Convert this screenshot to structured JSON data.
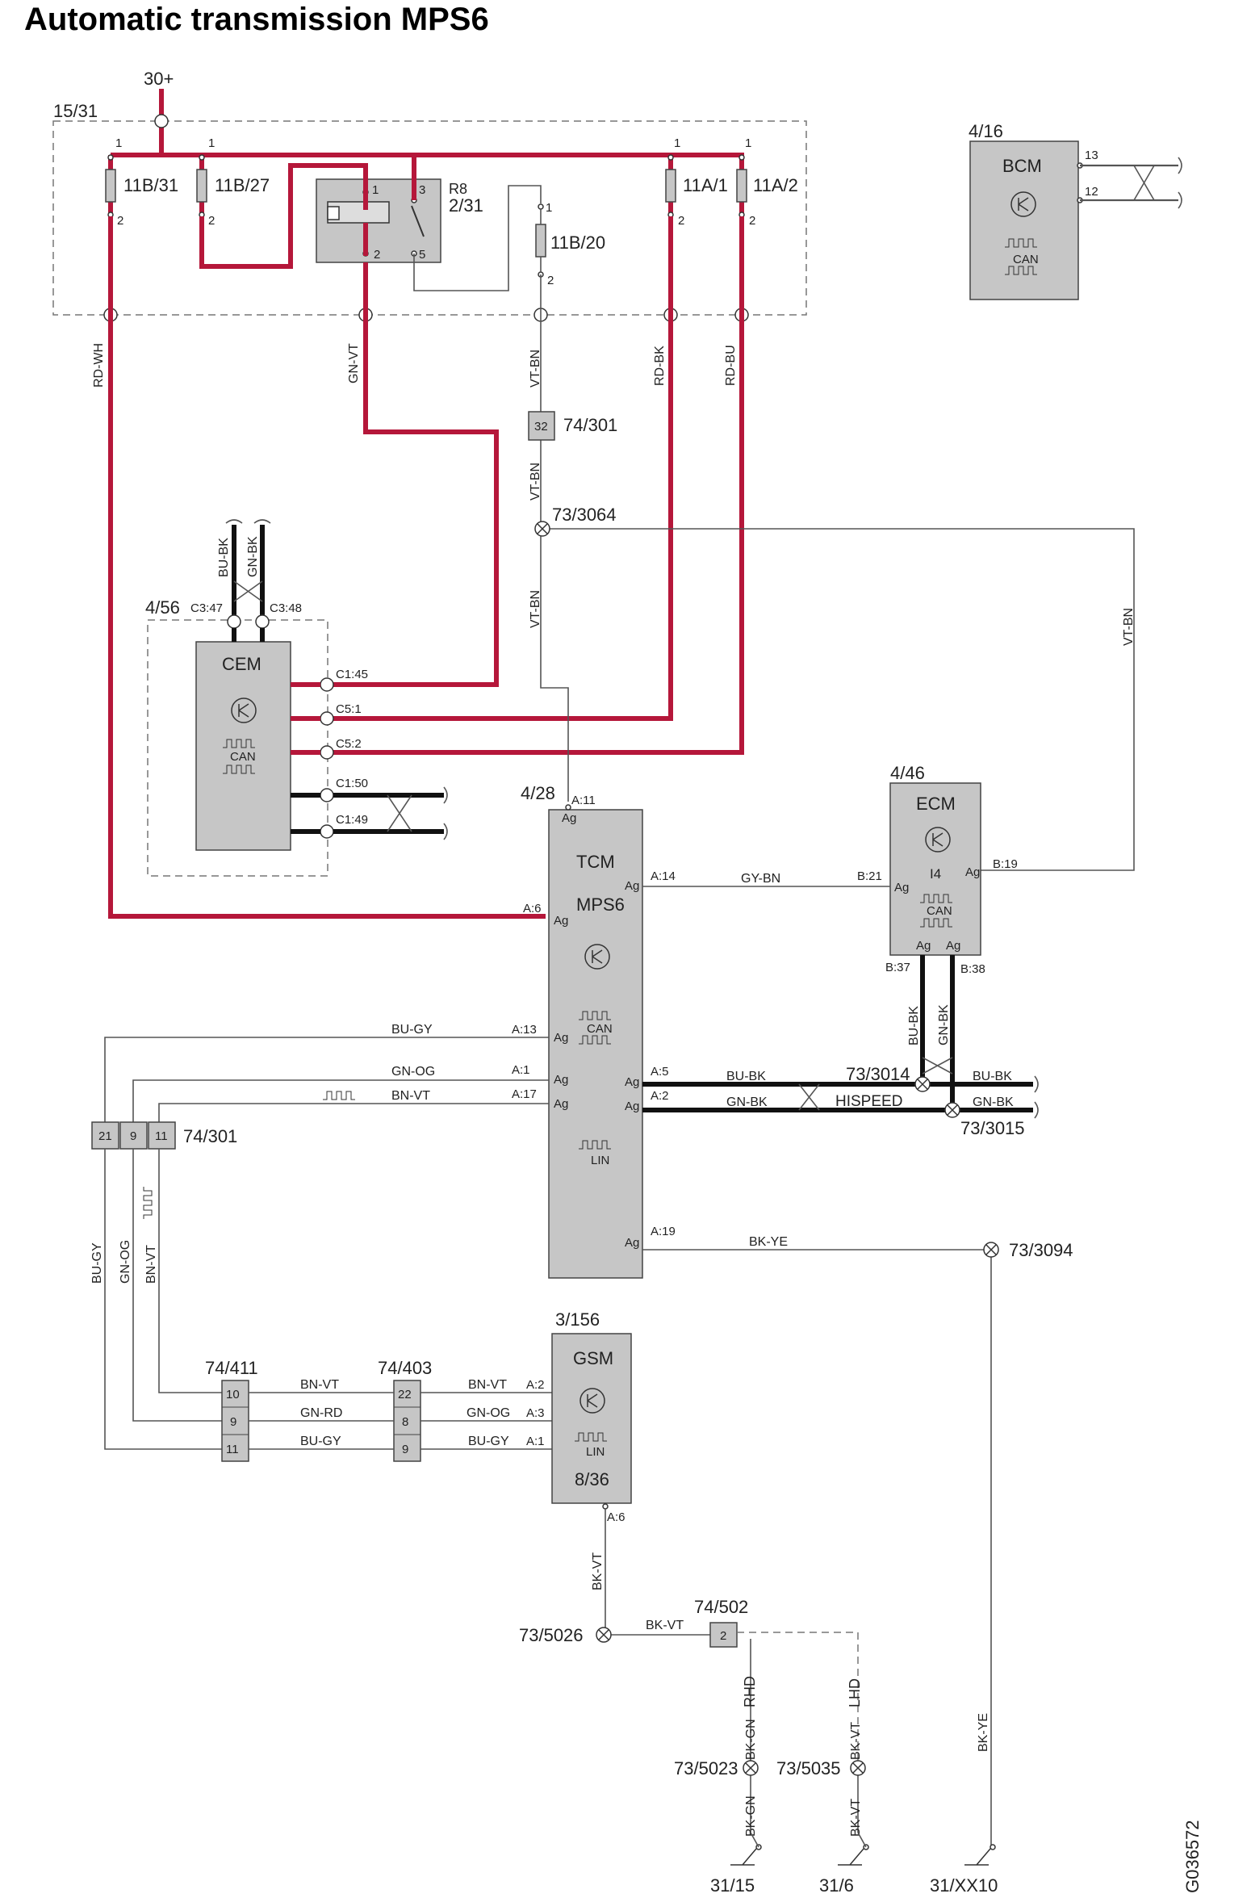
{
  "title": "Automatic transmission MPS6",
  "drawing_id": "G036572",
  "supply": {
    "label": "30+",
    "box": "15/31"
  },
  "fuses": [
    "11B/31",
    "11B/27",
    "11A/1",
    "11A/2",
    "11B/20"
  ],
  "relay": {
    "name": "R8",
    "ref": "2/31"
  },
  "modules": {
    "bcm": {
      "ref": "4/16",
      "name": "BCM",
      "bus": "CAN",
      "pins": [
        "13",
        "12"
      ]
    },
    "cem": {
      "ref": "4/56",
      "name": "CEM",
      "bus": "CAN",
      "pins": [
        "C3:47",
        "C3:48",
        "C1:45",
        "C5:1",
        "C5:2",
        "C1:50",
        "C1:49"
      ]
    },
    "tcm": {
      "ref": "4/28",
      "name": "TCM",
      "sub": "MPS6",
      "bus_can": "CAN",
      "bus_lin": "LIN",
      "pins": [
        "A:11",
        "A:14",
        "A:6",
        "A:13",
        "A:1",
        "A:17",
        "A:5",
        "A:2",
        "A:19"
      ]
    },
    "ecm": {
      "ref": "4/46",
      "name": "ECM",
      "sub": "I4",
      "bus": "CAN",
      "pins": [
        "B:21",
        "B:19",
        "B:37",
        "B:38"
      ]
    },
    "gsm": {
      "ref": "3/156",
      "name": "GSM",
      "bus": "LIN",
      "sub": "8/36",
      "pins": [
        "A:2",
        "A:3",
        "A:1",
        "A:6"
      ]
    }
  },
  "ag": "Ag",
  "connectors": {
    "c32": {
      "pin": "32",
      "ref": "74/301"
    },
    "c301": {
      "pins": [
        "21",
        "9",
        "11"
      ],
      "ref": "74/301"
    },
    "c411": {
      "ref": "74/411",
      "pins": [
        "10",
        "9",
        "11"
      ]
    },
    "c403": {
      "ref": "74/403",
      "pins": [
        "22",
        "8",
        "9"
      ]
    },
    "c502": {
      "ref": "74/502",
      "pin": "2"
    }
  },
  "splices": [
    "73/3064",
    "73/3014",
    "73/3015",
    "73/3094",
    "73/5026",
    "73/5023",
    "73/5035"
  ],
  "wire_colors": {
    "rd_wh": "RD-WH",
    "gn_vt": "GN-VT",
    "vt_bn": "VT-BN",
    "rd_bk": "RD-BK",
    "rd_bu": "RD-BU",
    "bu_bk": "BU-BK",
    "gn_bk": "GN-BK",
    "gy_bn": "GY-BN",
    "bu_gy": "BU-GY",
    "gn_og": "GN-OG",
    "bn_vt": "BN-VT",
    "bk_ye": "BK-YE",
    "gn_rd": "GN-RD",
    "bk_vt": "BK-VT",
    "bk_gn": "BK-GN"
  },
  "hispeed": "HISPEED",
  "rhd": "RHD",
  "lhd": "LHD",
  "grounds": [
    "31/15",
    "31/6",
    "31/XX10"
  ],
  "colors": {
    "power": "#b5173a",
    "bus": "#111111",
    "module": "#c6c6c6"
  }
}
